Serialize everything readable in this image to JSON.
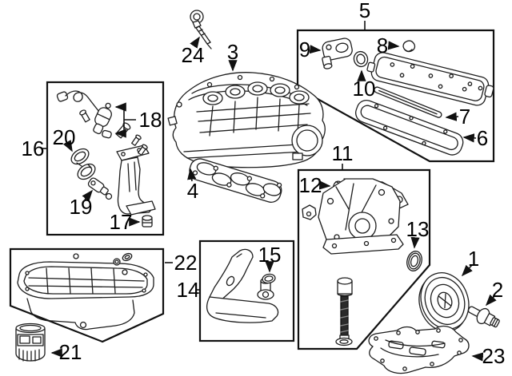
{
  "diagram": {
    "kind": "exploded-parts-diagram"
  },
  "labels": {
    "n1": "1",
    "n2": "2",
    "n3": "3",
    "n4": "4",
    "n5": "5",
    "n6": "6",
    "n7": "7",
    "n8": "8",
    "n9": "9",
    "n10": "10",
    "n11": "11",
    "n12": "12",
    "n13": "13",
    "n14": "14",
    "n15": "15",
    "n16": "16",
    "n17": "17",
    "n18": "18",
    "n19": "19",
    "n20": "20",
    "n21": "21",
    "n22": "22",
    "n23": "23",
    "n24": "24"
  },
  "colors": {
    "background": "#ffffff",
    "line": "#111111",
    "box_border": "#111111",
    "rod_fill": "#2a2a2a"
  }
}
